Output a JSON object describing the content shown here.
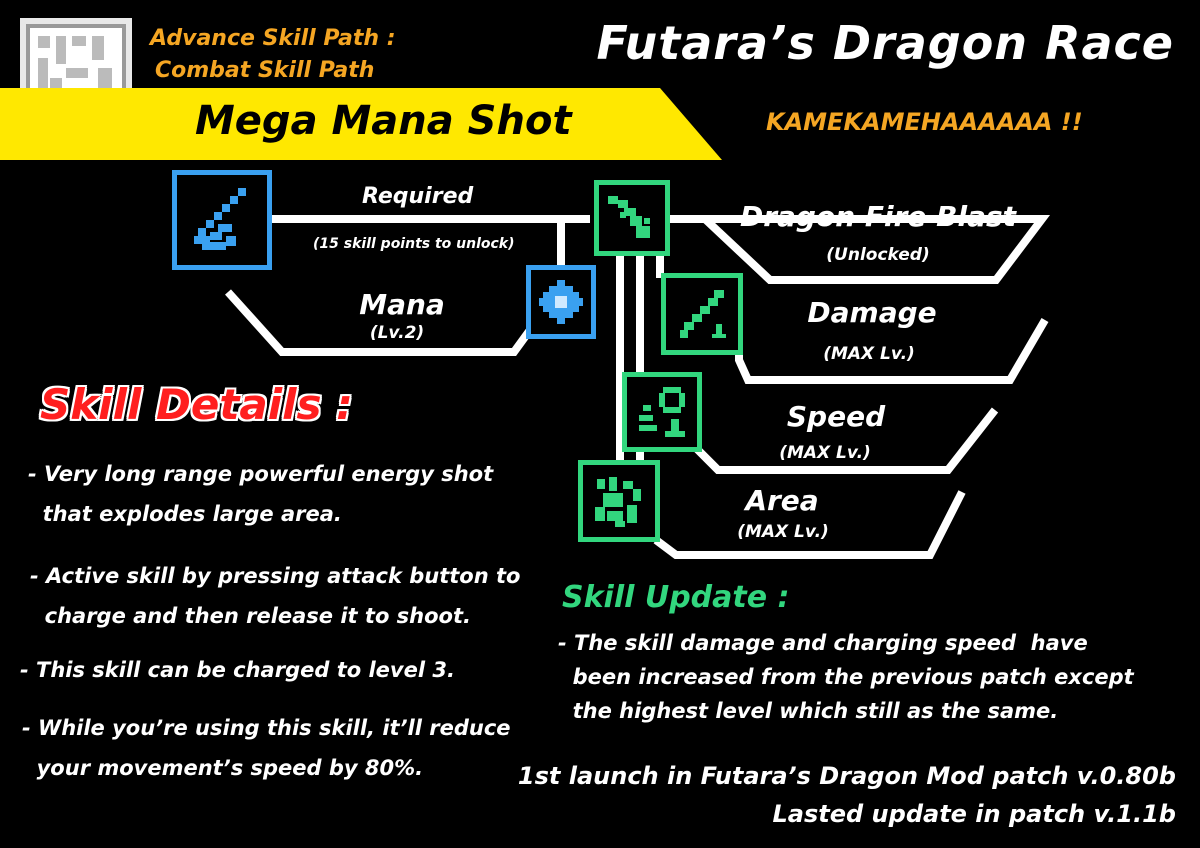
{
  "header": {
    "path_line1": "Advance Skill Path  :",
    "path_line2": "Combat Skill Path",
    "skill_name": "Mega Mana Shot",
    "game_title": "Futara’s Dragon Race",
    "shout": "KAMEKAMEHAAAAAA !!"
  },
  "tree": {
    "required_label": "Required",
    "required_sub": "(15 skill points to unlock)",
    "nodes": [
      {
        "name": "Mana",
        "level": "(Lv.2)",
        "icon": "mana-orb-icon"
      },
      {
        "name": "Dragon Fire Blast",
        "level": "(Unlocked)",
        "icon": "dragon-fire-blast-icon"
      },
      {
        "name": "Damage",
        "level": "(MAX Lv.)",
        "icon": "damage-sword-icon"
      },
      {
        "name": "Speed",
        "level": "(MAX Lv.)",
        "icon": "speed-icon"
      },
      {
        "name": "Area",
        "level": "(MAX Lv.)",
        "icon": "area-explosion-icon"
      }
    ],
    "main_icon": "mana-shot-icon"
  },
  "details": {
    "heading": "Skill Details :",
    "items": [
      "- Very long range powerful energy shot\n  that explodes large area.",
      "- Active skill by pressing attack button to\n  charge and then release it to shoot.",
      "- This skill can be charged to level 3.",
      "- While you’re using this skill, it’ll reduce\n  your movement’s speed by 80%."
    ]
  },
  "update": {
    "heading": "Skill Update :",
    "text": "- The skill damage and charging speed  have\n  been increased from the previous patch except\n  the highest level which still as the same."
  },
  "footer": {
    "launch": "1st launch in Futara’s Dragon Mod patch v.0.80b",
    "updated": "Lasted update in patch v.1.1b"
  },
  "colors": {
    "banner": "#ffe800",
    "orange": "#f5a623",
    "blue": "#3aa0f0",
    "green": "#32d67e",
    "red": "#ff1f1f"
  }
}
